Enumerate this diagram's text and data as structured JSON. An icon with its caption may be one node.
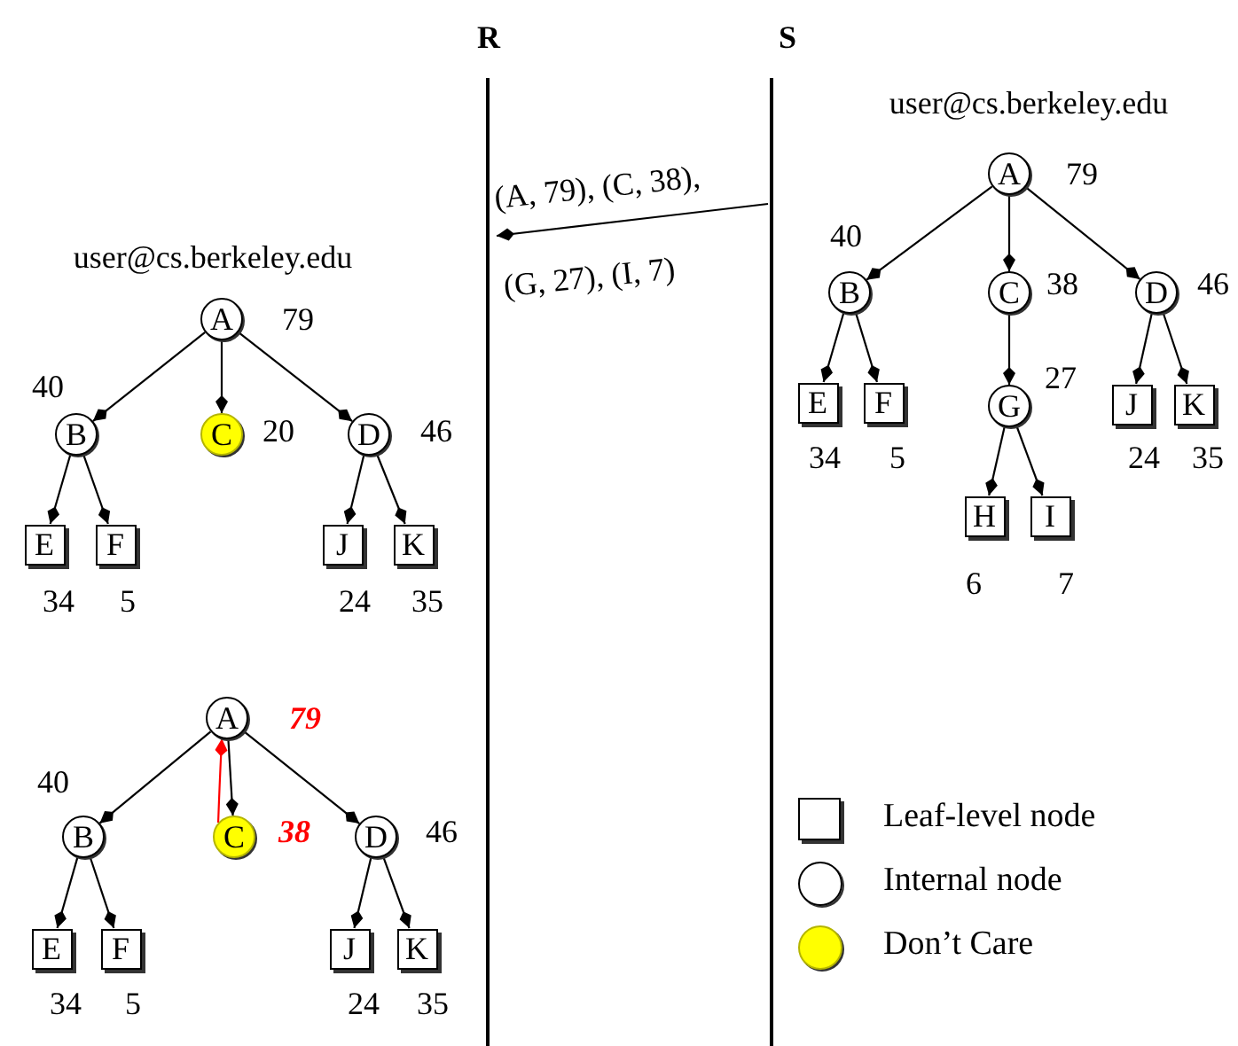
{
  "diagram": {
    "nodes": [
      {
        "text": [
          "R"
        ]
      },
      {
        "text": [
          "S"
        ]
      },
      {
        "text": [
          "A"
        ],
        "beside": [
          "79"
        ]
      },
      {
        "text": [
          "B"
        ],
        "beside": [
          "40"
        ]
      },
      {
        "text": [
          "C"
        ],
        "beside": [
          "20"
        ]
      },
      {
        "text": [
          "D"
        ],
        "beside": [
          "46"
        ]
      },
      {
        "text": [
          "E"
        ],
        "beside": [
          "34"
        ]
      },
      {
        "text": [
          "F"
        ],
        "beside": [
          "5"
        ]
      },
      {
        "text": [
          "J"
        ],
        "beside": [
          "24"
        ]
      },
      {
        "text": [
          "K"
        ],
        "beside": [
          "35"
        ]
      },
      {
        "text": [
          "A"
        ],
        "beside": [
          "79"
        ]
      },
      {
        "text": [
          "B"
        ],
        "beside": [
          "40"
        ]
      },
      {
        "text": [
          "C"
        ],
        "beside": [
          "38"
        ]
      },
      {
        "text": [
          "D"
        ],
        "beside": [
          "46"
        ]
      },
      {
        "text": [
          "E"
        ],
        "beside": [
          "34"
        ]
      },
      {
        "text": [
          "F"
        ],
        "beside": [
          "5"
        ]
      },
      {
        "text": [
          "J"
        ],
        "beside": [
          "24"
        ]
      },
      {
        "text": [
          "K"
        ],
        "beside": [
          "35"
        ]
      },
      {
        "text": [
          "A"
        ],
        "beside": [
          "79"
        ]
      },
      {
        "text": [
          "B"
        ],
        "beside": [
          "40"
        ]
      },
      {
        "text": [
          "C"
        ],
        "beside": [
          "38"
        ]
      },
      {
        "text": [
          "D"
        ],
        "beside": [
          "46"
        ]
      },
      {
        "text": [
          "G"
        ],
        "beside": [
          "27"
        ]
      },
      {
        "text": [
          "E"
        ],
        "beside": [
          "34"
        ]
      },
      {
        "text": [
          "F"
        ],
        "beside": [
          "5"
        ]
      },
      {
        "text": [
          "H"
        ],
        "beside": [
          "6"
        ]
      },
      {
        "text": [
          "I"
        ],
        "beside": [
          "7"
        ]
      },
      {
        "text": [
          "J"
        ],
        "beside": [
          "24"
        ]
      },
      {
        "text": [
          "K"
        ],
        "beside": [
          "35"
        ]
      }
    ],
    "edges": [
      {
        "from": 1,
        "to": 0,
        "arrow": "to",
        "label": "(A, 79), (C, 38), (G, 27), (I, 7)"
      },
      {
        "from": 2,
        "to": 3,
        "arrow": "to"
      },
      {
        "from": 2,
        "to": 4,
        "arrow": "to"
      },
      {
        "from": 2,
        "to": 5,
        "arrow": "to"
      },
      {
        "from": 3,
        "to": 6,
        "arrow": "to"
      },
      {
        "from": 3,
        "to": 7,
        "arrow": "to"
      },
      {
        "from": 5,
        "to": 8,
        "arrow": "to"
      },
      {
        "from": 5,
        "to": 9,
        "arrow": "to"
      },
      {
        "from": 10,
        "to": 11,
        "arrow": "to"
      },
      {
        "from": 10,
        "to": 12,
        "arrow": "to"
      },
      {
        "from": 10,
        "to": 13,
        "arrow": "to"
      },
      {
        "from": 11,
        "to": 14,
        "arrow": "to"
      },
      {
        "from": 11,
        "to": 15,
        "arrow": "to"
      },
      {
        "from": 13,
        "to": 16,
        "arrow": "to"
      },
      {
        "from": 13,
        "to": 17,
        "arrow": "to"
      },
      {
        "from": 12,
        "to": 10,
        "arrow": "to",
        "color": "#ff0000"
      },
      {
        "from": 18,
        "to": 19,
        "arrow": "to"
      },
      {
        "from": 18,
        "to": 20,
        "arrow": "to"
      },
      {
        "from": 18,
        "to": 21,
        "arrow": "to"
      },
      {
        "from": 19,
        "to": 23,
        "arrow": "to"
      },
      {
        "from": 19,
        "to": 24,
        "arrow": "to"
      },
      {
        "from": 20,
        "to": 22,
        "arrow": "to"
      },
      {
        "from": 22,
        "to": 25,
        "arrow": "to"
      },
      {
        "from": 22,
        "to": 26,
        "arrow": "to"
      },
      {
        "from": 21,
        "to": 27,
        "arrow": "to"
      },
      {
        "from": 21,
        "to": 28,
        "arrow": "to"
      }
    ],
    "labels": [
      "user@cs.berkeley.edu",
      "user@cs.berkeley.edu"
    ],
    "legend": [
      {
        "text": "Leaf-level node"
      },
      {
        "text": "Internal node"
      },
      {
        "text": "Don’t Care",
        "color": "#ffff00"
      }
    ]
  }
}
